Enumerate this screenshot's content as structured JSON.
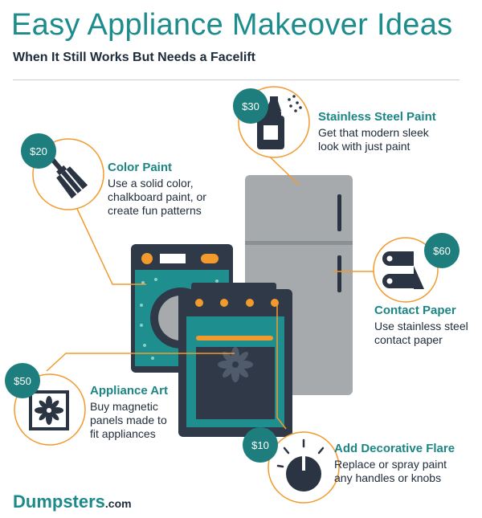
{
  "header": {
    "title": "Easy Appliance Makeover Ideas",
    "subtitle": "When It Still Works But Needs a Facelift"
  },
  "items": [
    {
      "key": "color_paint",
      "price": "$20",
      "title": "Color Paint",
      "lines": [
        "Use a solid color,",
        "chalkboard paint, or",
        "create fun patterns"
      ],
      "icon": "paintbrush-icon"
    },
    {
      "key": "stainless_paint",
      "price": "$30",
      "title": "Stainless Steel Paint",
      "lines": [
        "Get that modern sleek",
        "look with just paint"
      ],
      "icon": "spray-can-icon"
    },
    {
      "key": "contact_paper",
      "price": "$60",
      "title": "Contact Paper",
      "lines": [
        "Use stainless steel",
        "contact paper"
      ],
      "icon": "paper-roll-icon"
    },
    {
      "key": "appliance_art",
      "price": "$50",
      "title": "Appliance Art",
      "lines": [
        "Buy magnetic",
        "panels made to",
        "fit appliances"
      ],
      "icon": "flower-panel-icon"
    },
    {
      "key": "decorative_flare",
      "price": "$10",
      "title": "Add Decorative Flare",
      "lines": [
        "Replace or spray paint",
        "any handles or knobs"
      ],
      "icon": "knob-icon"
    }
  ],
  "brand": {
    "name": "Dumpsters",
    "suffix": ".com"
  },
  "colors": {
    "teal": "#1c8c8c",
    "dark_navy": "#2a3442",
    "orange": "#f39a2c",
    "steel": "#a8acaf",
    "text": "#1e2b3a"
  }
}
